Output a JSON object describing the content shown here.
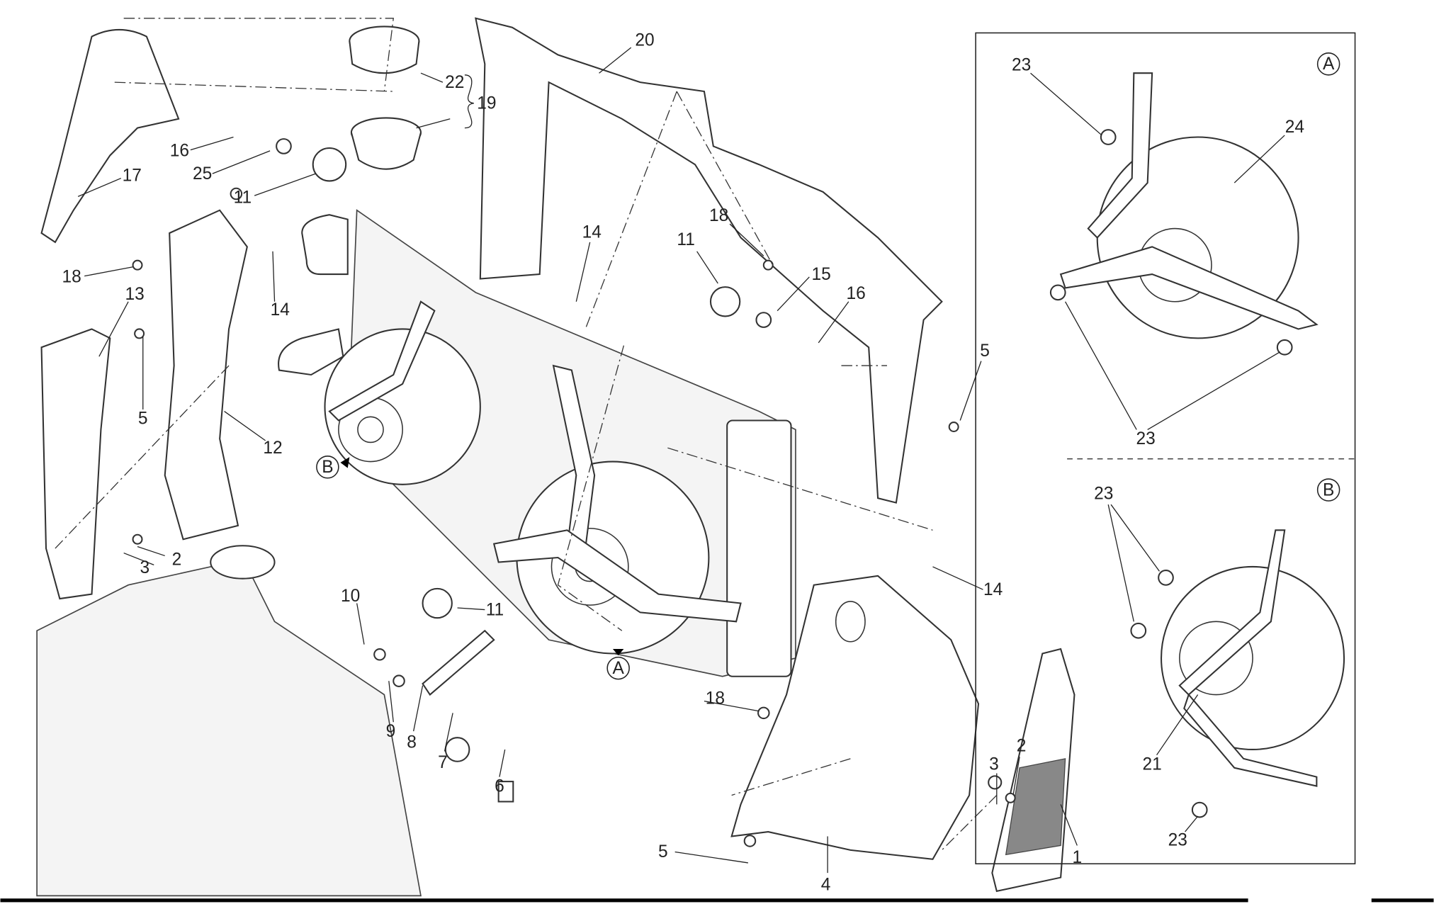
{
  "diagram": {
    "callouts": [
      "20",
      "22",
      "19",
      "16",
      "25",
      "11",
      "17",
      "18",
      "13",
      "14",
      "5",
      "12",
      "3",
      "2",
      "14",
      "18",
      "11",
      "15",
      "16",
      "5",
      "10",
      "11",
      "9",
      "8",
      "7",
      "6",
      "18",
      "14",
      "2",
      "3",
      "5",
      "4",
      "1"
    ],
    "view_markers": {
      "main_a": "A",
      "main_b": "B"
    },
    "detail_a": {
      "marker": "A",
      "callouts": [
        "23",
        "24",
        "23"
      ]
    },
    "detail_b": {
      "marker": "B",
      "callouts": [
        "23",
        "21",
        "23"
      ]
    }
  }
}
